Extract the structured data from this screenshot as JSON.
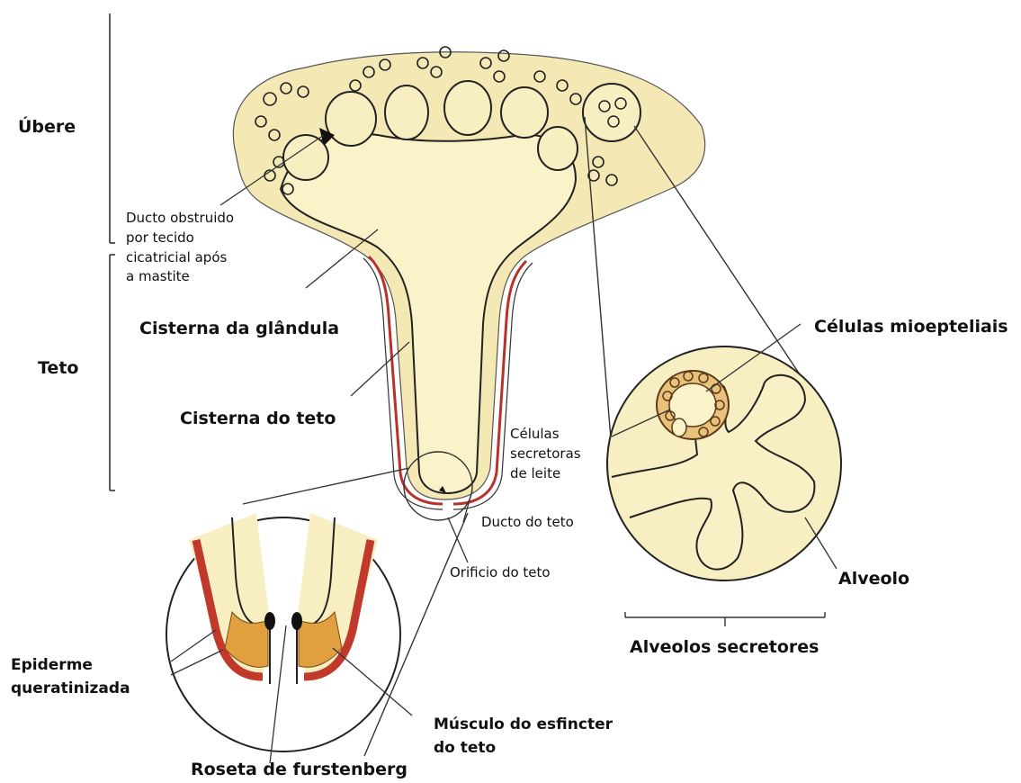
{
  "labels": {
    "ubere": "Úbere",
    "teto": "Teto",
    "ducto_obstruido": [
      "Ducto obstruido",
      "por tecido",
      "cicatricial após",
      "a mastite"
    ],
    "cisterna_glandula": "Cisterna da glândula",
    "cisterna_teto": "Cisterna do teto",
    "celulas_secretoras": [
      "Células",
      "secretoras",
      "de leite"
    ],
    "celulas_mioepteliais": "Células mioepteliais",
    "ducto_teto": "Ducto do teto",
    "orificio_teto": "Orificio do teto",
    "alveolo": "Alveolo",
    "alveolos_secretores": "Alveolos secretores",
    "epiderme": [
      "Epiderme",
      "queratinizada"
    ],
    "musculo": [
      "Músculo do esfincter",
      "do teto"
    ],
    "roseta": "Roseta de furstenberg"
  },
  "colors": {
    "tissue": "#f7eec2",
    "lumen": "#faf3d0",
    "skin_red": "#c0392b",
    "muscle": "#e0a040",
    "outline": "#2a2a2a"
  }
}
